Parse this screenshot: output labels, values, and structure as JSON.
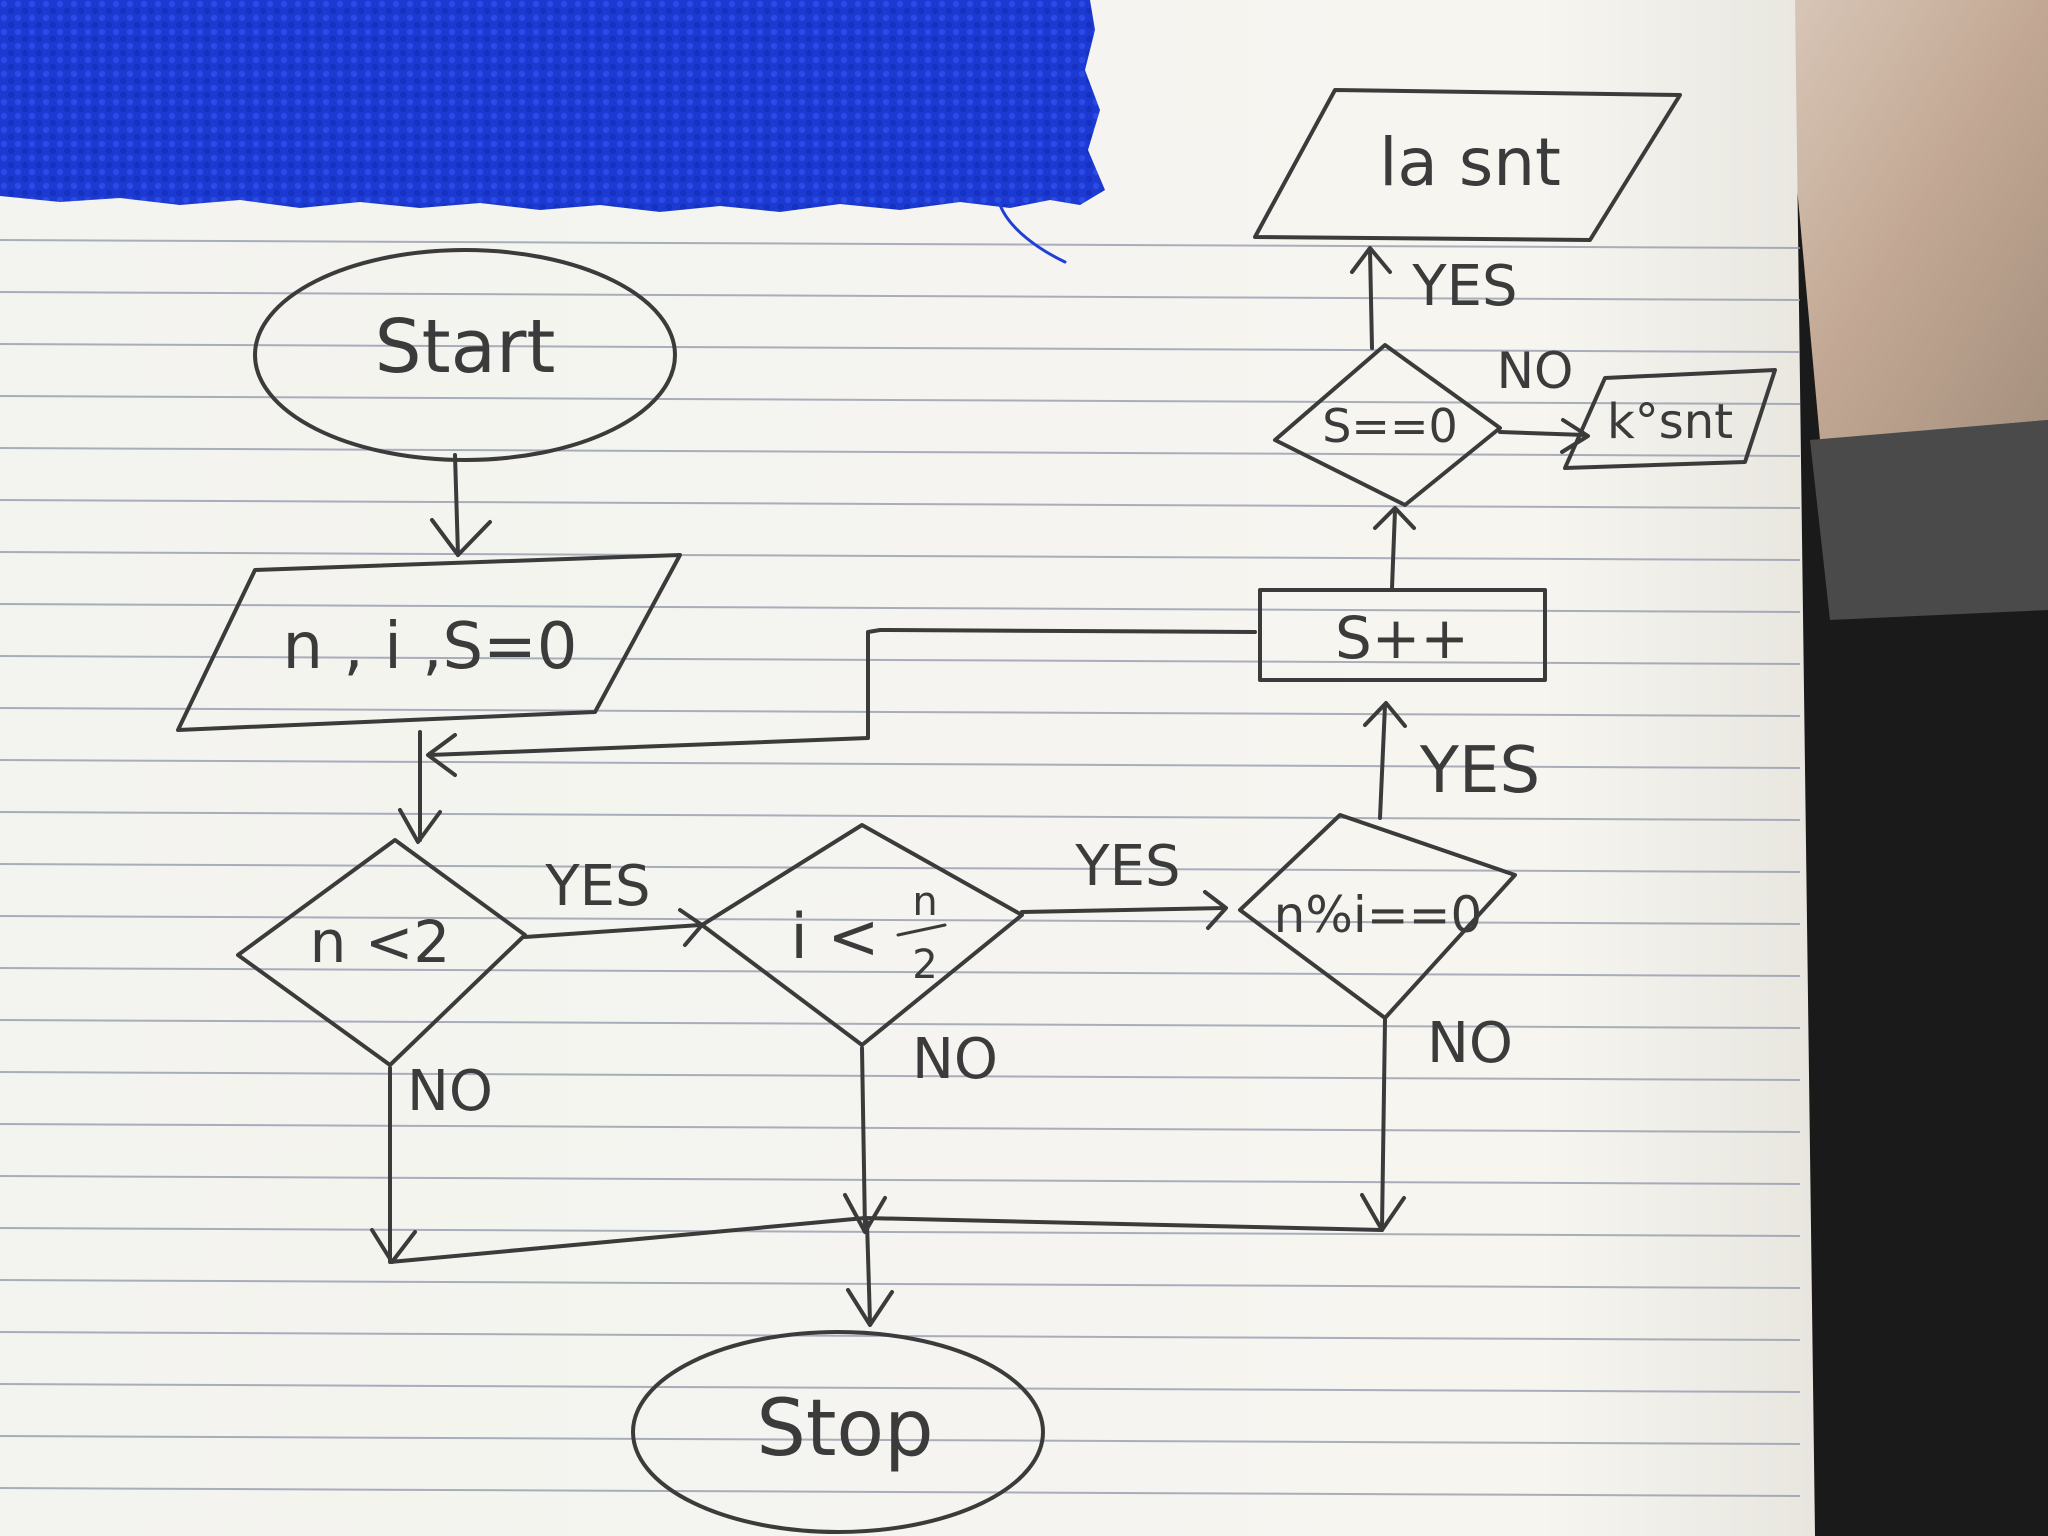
{
  "diagram": {
    "nodes": {
      "start": {
        "label": "Start",
        "shape": "ellipse"
      },
      "input": {
        "label": "n , i ,S=0",
        "shape": "parallelogram"
      },
      "cond_n_lt_2": {
        "label": "n <2",
        "shape": "diamond"
      },
      "cond_i_lt_half": {
        "label": "i <",
        "label_fraction_top": "n",
        "label_fraction_bottom": "2",
        "shape": "diamond"
      },
      "cond_mod": {
        "label": "n%i==0",
        "shape": "diamond"
      },
      "incr_s": {
        "label": "S++",
        "shape": "rectangle"
      },
      "cond_s_zero": {
        "label": "S==0",
        "shape": "diamond"
      },
      "out_prime": {
        "label": "la snt",
        "shape": "parallelogram"
      },
      "out_not_prime": {
        "label": "k°snt",
        "shape": "parallelogram"
      },
      "stop": {
        "label": "Stop",
        "shape": "ellipse"
      }
    },
    "edge_labels": {
      "n_lt_2_yes": "YES",
      "n_lt_2_no": "NO",
      "i_lt_half_yes": "YES",
      "i_lt_half_no": "NO",
      "mod_yes": "YES",
      "mod_no": "NO",
      "s_zero_yes": "YES",
      "s_zero_no": "NO"
    }
  },
  "colors": {
    "paper": "#f4f3ee",
    "ruled_line": "#8f96a8",
    "ink": "#3b3b3b",
    "cloth_blue": "#1f3fd6",
    "cloth_blue_dark": "#1330b8",
    "table_background": "#2a2a2a",
    "table_edge": "#c9b8a8"
  }
}
